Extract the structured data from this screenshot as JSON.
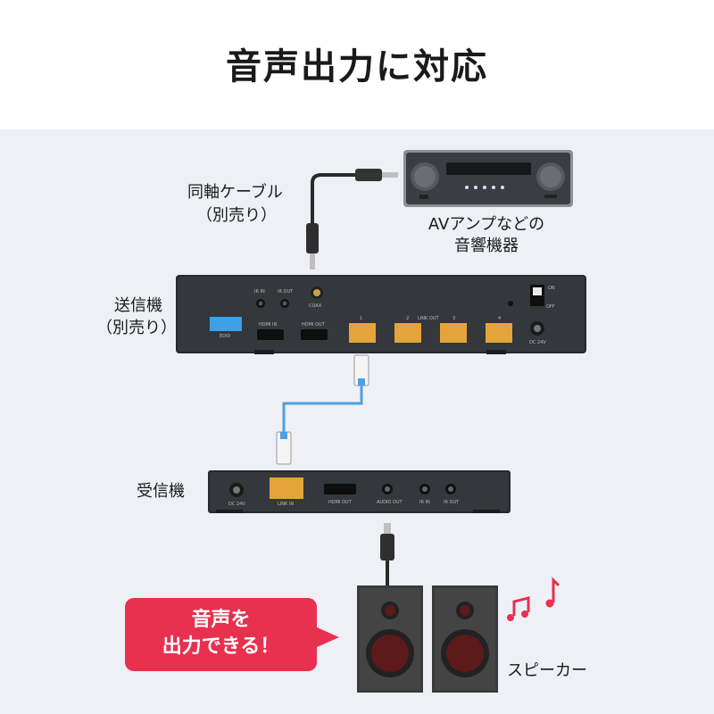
{
  "title": "音声出力に対応",
  "labels": {
    "coax_cable_line1": "同軸ケーブル",
    "coax_cable_line2": "（別売り）",
    "av_amp_line1": "AVアンプなどの",
    "av_amp_line2": "音響機器",
    "transmitter_line1": "送信機",
    "transmitter_line2": "（別売り）",
    "receiver": "受信機",
    "speaker": "スピーカー",
    "callout_line1": "音声を",
    "callout_line2": "出力できる！"
  },
  "transmitter_ports": {
    "ir_in": "IR IN",
    "ir_out": "IR OUT",
    "coax": "COAX",
    "hdmi_in": "HDMI IN",
    "hdmi_out": "HDMI OUT",
    "edid": "EDID",
    "link_out": "LINK OUT",
    "dc": "DC 24V",
    "on": "ON",
    "off": "OFF",
    "link_numbers": [
      "1",
      "2",
      "3",
      "4"
    ]
  },
  "receiver_ports": {
    "dc": "DC 24V",
    "link_in": "LINK IN",
    "hdmi_out": "HDMI OUT",
    "audio_out": "AUDIO OUT",
    "ir_in": "IR IN",
    "ir_out": "IR OUT"
  },
  "colors": {
    "callout": "#e8304f",
    "rj45": "#e3a53a",
    "lan_cable": "#4f9fe0",
    "device": "#2e3033",
    "speaker_cone": "#5c1a1a",
    "music_note": "#e8304f"
  }
}
